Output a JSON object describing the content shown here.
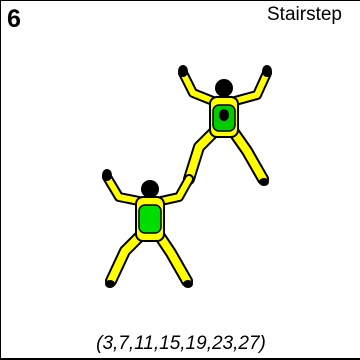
{
  "card": {
    "number": "6",
    "title": "Stairstep",
    "caption": "(3,7,11,15,19,23,27)"
  },
  "colors": {
    "body": "#ffff00",
    "outline": "#000000",
    "upper_rig": "#00cc00",
    "lower_rig": "#00dd00"
  },
  "icons": {
    "upper_jumper": "skydiver-icon",
    "lower_jumper": "skydiver-icon"
  }
}
